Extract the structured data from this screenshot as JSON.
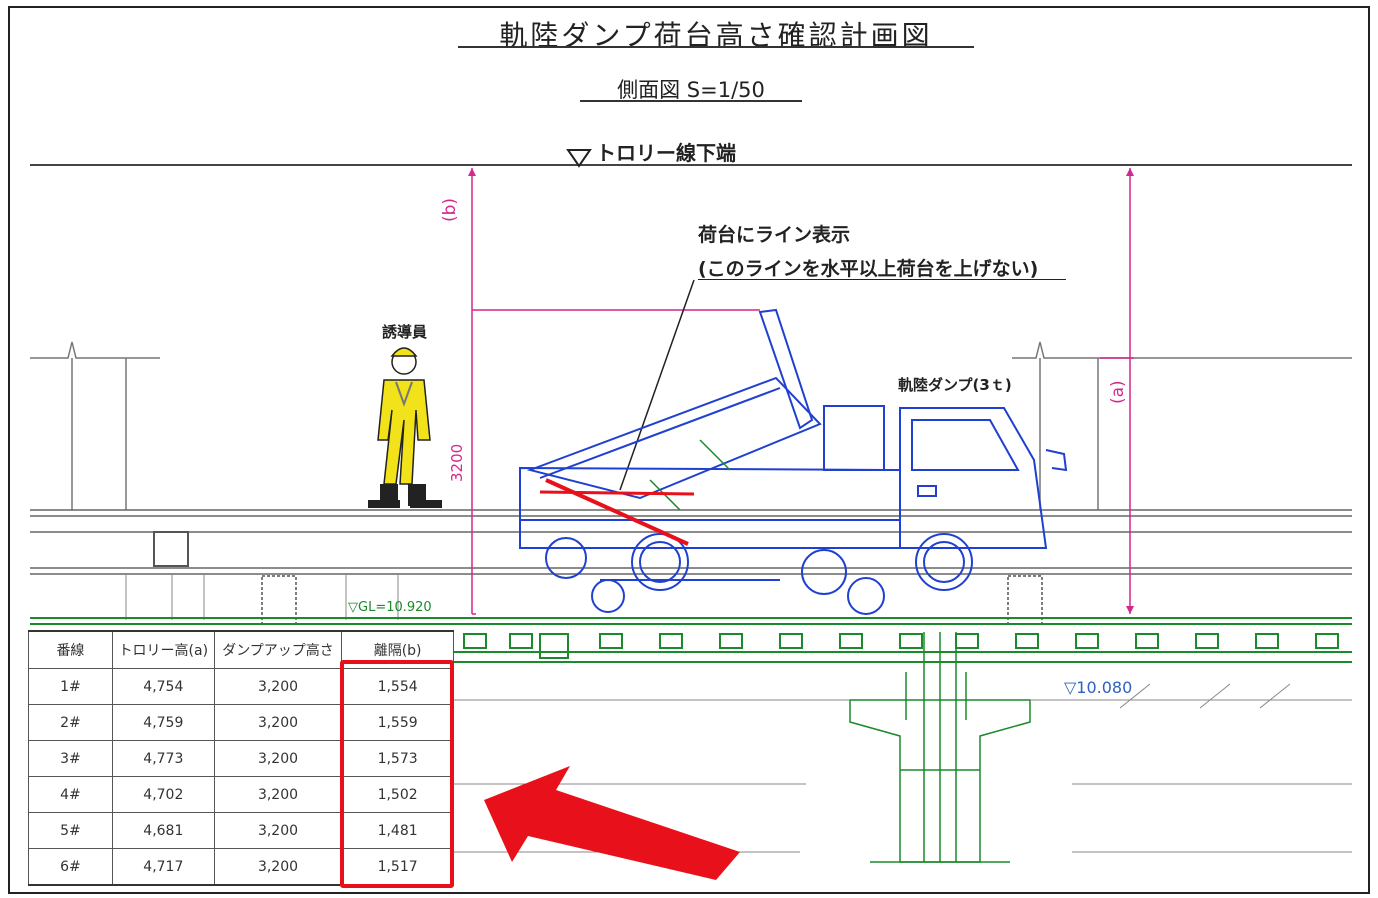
{
  "title": "軌陸ダンプ荷台高さ確認計画図",
  "subtitle": "側面図 S=1/50",
  "labels": {
    "trolley_line": "トロリー線下端",
    "cargo_line": "荷台にライン表示",
    "cargo_line_note": "(このラインを水平以上荷台を上げない)",
    "guide": "誘導員",
    "dump_truck": "軌陸ダンプ(3ｔ)",
    "dim_b": "(b)",
    "dim_a": "(a)",
    "dim_3200": "3200",
    "gl": "▽GL=10.920",
    "level": "▽10.080"
  },
  "colors": {
    "dimension": "#d4268c",
    "truck": "#2040d0",
    "track": "#1a8a2a",
    "highlight": "#e8101a",
    "worker": "#f2e21a"
  },
  "table": {
    "headers": [
      "番線",
      "トロリー高(a)",
      "ダンプアップ高さ",
      "離隔(b)"
    ],
    "rows": [
      [
        "1#",
        "4,754",
        "3,200",
        "1,554"
      ],
      [
        "2#",
        "4,759",
        "3,200",
        "1,559"
      ],
      [
        "3#",
        "4,773",
        "3,200",
        "1,573"
      ],
      [
        "4#",
        "4,702",
        "3,200",
        "1,502"
      ],
      [
        "5#",
        "4,681",
        "3,200",
        "1,481"
      ],
      [
        "6#",
        "4,717",
        "3,200",
        "1,517"
      ]
    ]
  },
  "icons": {
    "trolley_marker": "down-triangle-icon",
    "arrow": "red-arrow-icon"
  }
}
